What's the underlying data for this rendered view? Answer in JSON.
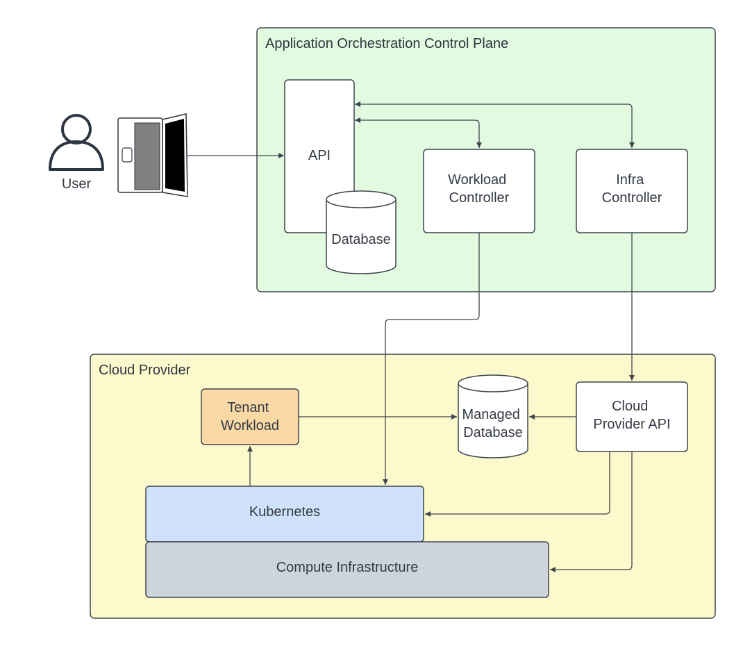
{
  "groups": {
    "control_plane": {
      "title": "Application Orchestration Control Plane",
      "fill": "#e2fae0"
    },
    "cloud_provider": {
      "title": "Cloud Provider",
      "fill": "#fcfacc"
    }
  },
  "actor": {
    "label": "User",
    "icon": "user-icon",
    "device_icon": "laptop-icon"
  },
  "nodes": {
    "api": {
      "label": "API"
    },
    "database": {
      "label": "Database"
    },
    "workload_controller": {
      "line1": "Workload",
      "line2": "Controller"
    },
    "infra_controller": {
      "line1": "Infra",
      "line2": "Controller"
    },
    "tenant_workload": {
      "line1": "Tenant",
      "line2": "Workload",
      "fill": "#fbd9a6"
    },
    "managed_database": {
      "line1": "Managed",
      "line2": "Database"
    },
    "cloud_provider_api": {
      "line1": "Cloud",
      "line2": "Provider API"
    },
    "kubernetes": {
      "label": "Kubernetes",
      "fill": "#d0e2fb"
    },
    "compute_infrastructure": {
      "label": "Compute Infrastructure",
      "fill": "#ced4db"
    }
  },
  "connections": [
    {
      "from": "laptop",
      "to": "api",
      "direction": "one-way"
    },
    {
      "from": "api",
      "to": "workload_controller",
      "direction": "two-way"
    },
    {
      "from": "api",
      "to": "infra_controller",
      "direction": "two-way"
    },
    {
      "from": "workload_controller",
      "to": "kubernetes",
      "direction": "one-way"
    },
    {
      "from": "infra_controller",
      "to": "cloud_provider_api",
      "direction": "one-way"
    },
    {
      "from": "tenant_workload",
      "to": "managed_database",
      "direction": "one-way"
    },
    {
      "from": "cloud_provider_api",
      "to": "managed_database",
      "direction": "one-way"
    },
    {
      "from": "kubernetes",
      "to": "tenant_workload",
      "direction": "one-way"
    },
    {
      "from": "cloud_provider_api",
      "to": "kubernetes",
      "direction": "one-way"
    },
    {
      "from": "cloud_provider_api",
      "to": "compute_infrastructure",
      "direction": "one-way"
    }
  ]
}
